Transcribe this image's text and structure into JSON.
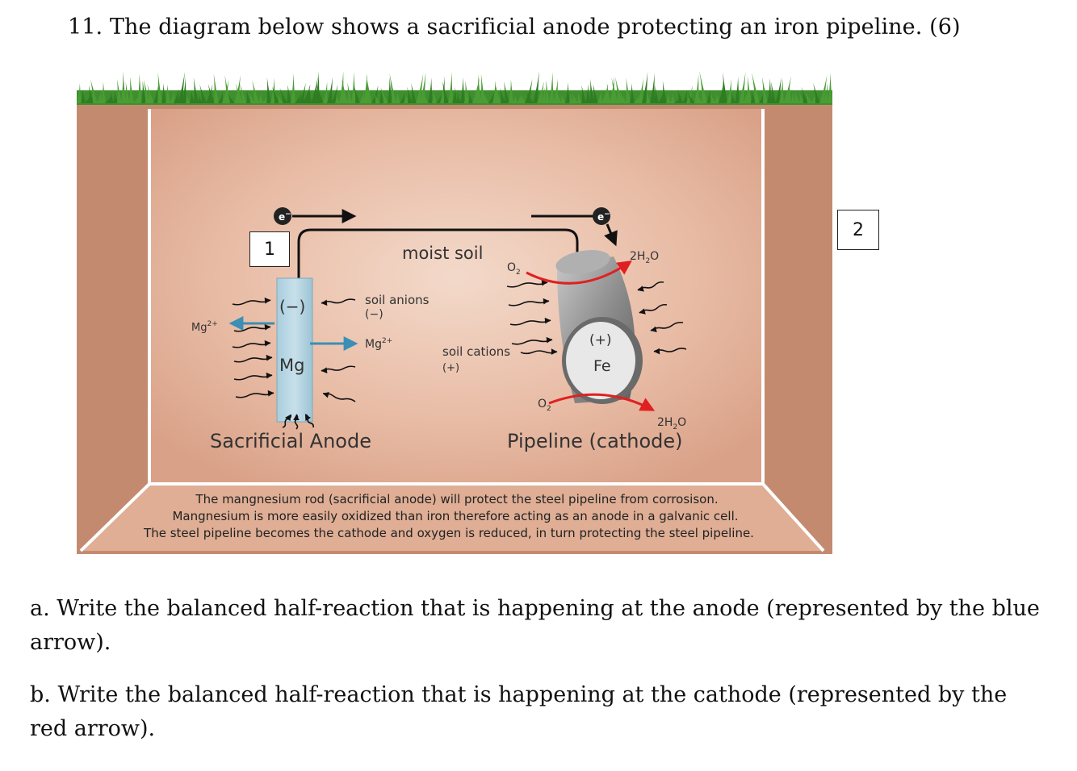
{
  "question": {
    "title": "11. The diagram below shows a sacrificial anode protecting an iron pipeline. (6)",
    "part_a": "a. Write the balanced half-reaction that is happening at the anode (represented by the blue arrow).",
    "part_b": "b. Write the balanced half-reaction that is happening at the cathode (represented by the red arrow)."
  },
  "diagram": {
    "label_box_1": "1",
    "label_box_2": "2",
    "moist_soil": "moist soil",
    "electron": "e",
    "electron_sup": "−",
    "anode_sign": "(−)",
    "anode_metal": "Mg",
    "mg_ion_left": "Mg",
    "mg_ion_left_sup": "2+",
    "mg_ion_right": "Mg",
    "mg_ion_right_sup": "2+",
    "soil_anions": "soil anions",
    "soil_anions_sign": "(−)",
    "soil_cations": "soil cations",
    "soil_cations_sign": "(+)",
    "o2_top": "O",
    "o2_top_sub": "2",
    "o2_bottom": "O",
    "o2_bottom_sub": "2",
    "h2o_top_pre": "2H",
    "h2o_top_sub": "2",
    "h2o_top_post": "O",
    "h2o_bottom_pre": "2H",
    "h2o_bottom_sub": "2",
    "h2o_bottom_post": "O",
    "cathode_sign": "(+)",
    "cathode_metal": "Fe",
    "anode_caption": "Sacrificial Anode",
    "cathode_caption": "Pipeline (cathode)",
    "note_line1": "The mangnesium rod (sacrificial anode) will protect the steel pipeline from corrosison.",
    "note_line2": "Mangnesium is more easily oxidized than iron therefore acting as an anode in a galvanic cell.",
    "note_line3": "The steel pipeline becomes the cathode and oxygen is reduced, in turn protecting the steel pipeline."
  },
  "colors": {
    "soil_outer": "#c48a70",
    "soil_inner_light": "#f1d2c1",
    "soil_inner_dark": "#dba88f",
    "grass": "#3f8f2e",
    "anode_rod": "#b9d6e3",
    "anode_arrow": "#3a8fb5",
    "cathode_arrow": "#e02020",
    "pipe": "#9a9a9a"
  }
}
